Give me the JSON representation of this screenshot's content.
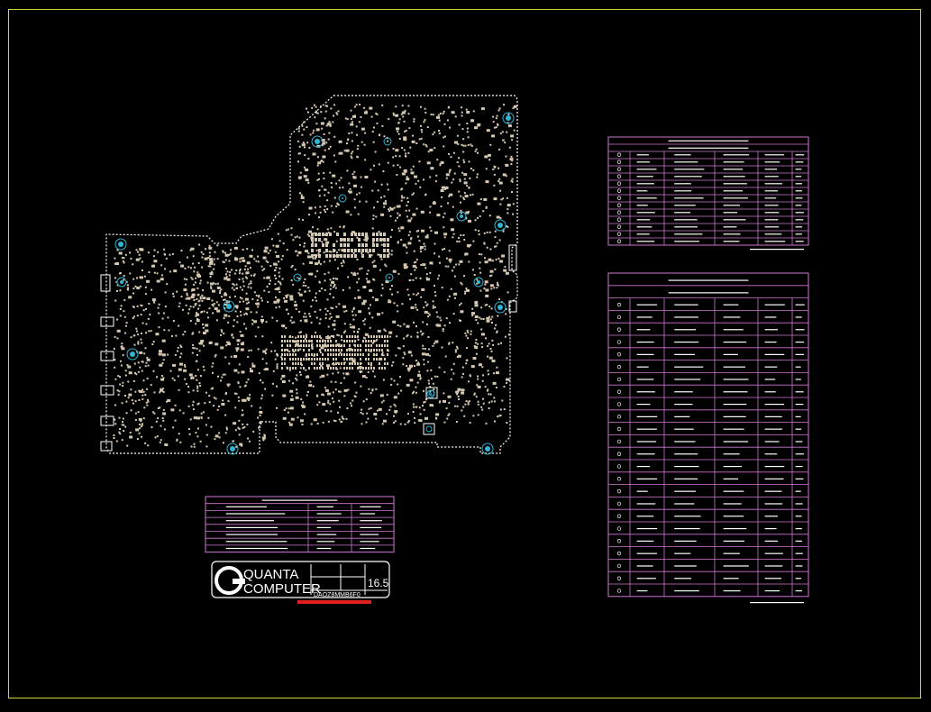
{
  "colors": {
    "background": "#000000",
    "frame": "#d8d23a",
    "board_outline": "#ffffff",
    "components": "#d6c7b0",
    "mount_holes": "#2fb5d6",
    "tables": "#d277d6",
    "highlight": "#e02020"
  },
  "title_block": {
    "company_line1": "QUANTA",
    "company_line2": "COMPUTER",
    "drawing_number": "DAOZ8MMB6F0",
    "revision": "16.5"
  },
  "icons": [
    "quanta-logo-icon",
    "mount-hole-icon",
    "fiducial-icon"
  ]
}
